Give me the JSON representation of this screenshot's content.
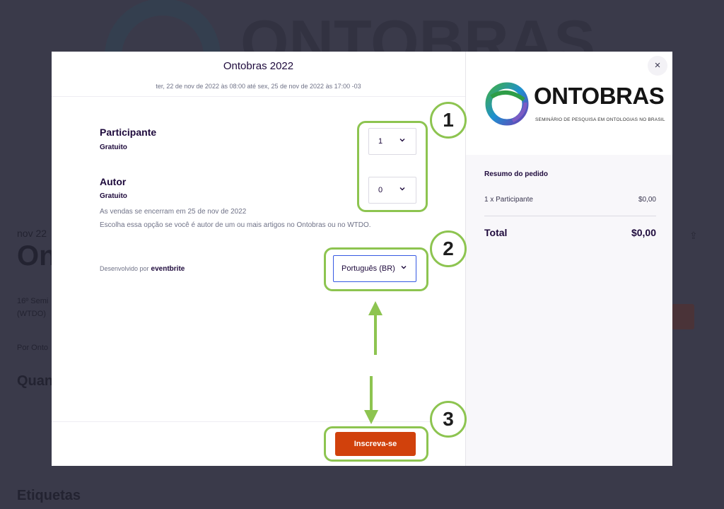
{
  "background": {
    "banner_text": "ONTOBRAS",
    "date_fragment": "nov 22",
    "title_fragment": "On",
    "line_fragment_1": "16º Semi",
    "line_fragment_2": "(WTDO)",
    "line_fragment_3": "Por Onto",
    "heading_fragment": "Quan",
    "tags_heading": "Etiquetas"
  },
  "modal": {
    "event_title": "Ontobras 2022",
    "event_dates": "ter, 22 de nov de 2022 às 08:00 até sex, 25 de nov de 2022 às 17:00 -03",
    "tickets": [
      {
        "name": "Participante",
        "price": "Gratuito",
        "quantity": "1"
      },
      {
        "name": "Autor",
        "price": "Gratuito",
        "quantity": "0",
        "sales_end": "As vendas se encerram em 25 de nov de 2022",
        "description": "Escolha essa opção se você é autor de um ou mais artigos no Ontobras ou no WTDO."
      }
    ],
    "powered_by": "Desenvolvido por",
    "powered_brand": "eventbrite",
    "language": "Português (BR)",
    "signup_label": "Inscreva-se",
    "close_label": "×"
  },
  "logo": {
    "word": "ONTOBRAS",
    "subtitle": "SEMINÁRIO DE PESQUISA EM ONTOLOGIAS NO BRASIL"
  },
  "summary": {
    "title": "Resumo do pedido",
    "line_item": "1 x Participante",
    "line_price": "$0,00",
    "total_label": "Total",
    "total_price": "$0,00"
  },
  "annotations": {
    "step_1": "1",
    "step_2": "2",
    "step_3": "3",
    "color": "#8dc450"
  },
  "colors": {
    "accent": "#d1410c",
    "focus": "#3659e3",
    "text": "#1e0a3c"
  }
}
